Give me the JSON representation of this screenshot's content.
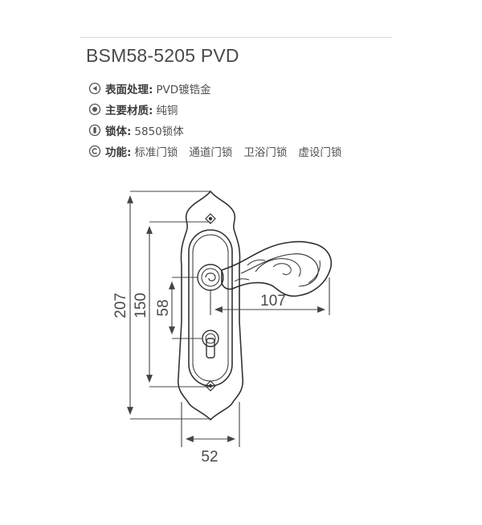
{
  "product": {
    "model": "BSM58-5205 PVD"
  },
  "specs": {
    "surface": {
      "label": "表面处理:",
      "value": "PVD镀锆金"
    },
    "material": {
      "label": "主要材质:",
      "value": "纯铜"
    },
    "lockbody": {
      "label": "锁体:",
      "value": "5850锁体"
    },
    "functions": {
      "label": "功能:",
      "values": [
        "标准门锁",
        "通道门锁",
        "卫浴门锁",
        "虚设门锁"
      ]
    }
  },
  "dimensions": {
    "overall_height": "207",
    "hole_spacing": "150",
    "handle_to_cylinder": "58",
    "handle_length": "107",
    "plate_width": "52"
  },
  "icons": {
    "surface": "arrow-circle-icon",
    "material": "target-circle-icon",
    "lockbody": "pill-circle-icon",
    "functions": "copyright-circle-icon"
  }
}
